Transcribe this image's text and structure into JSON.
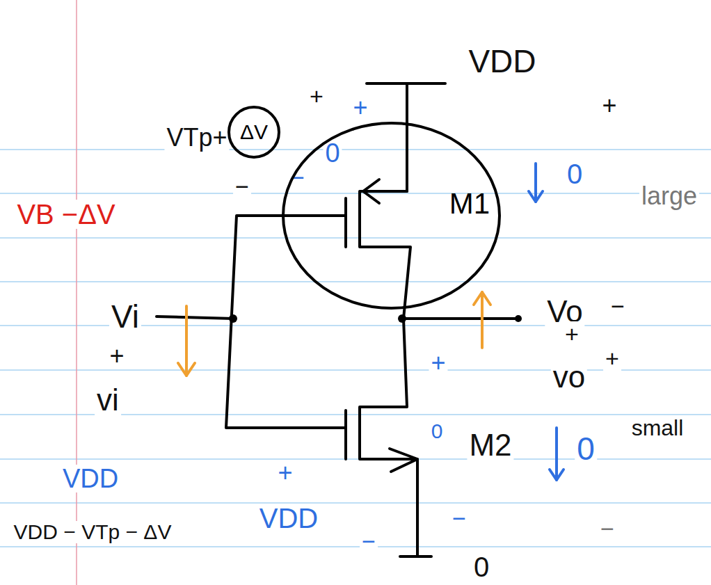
{
  "diagram": {
    "nodes": [
      {
        "text": [
          "M1"
        ]
      },
      {
        "text": [
          "ΔV"
        ]
      }
    ],
    "labels": [
      "VDD",
      "+",
      "+",
      "VTp+",
      "0",
      "−",
      "−",
      "VB −ΔV",
      "0",
      "large",
      "+",
      "Vi",
      "+",
      "vi",
      "Vo",
      "−",
      "+",
      "vo",
      "+",
      "+",
      "0",
      "M2",
      "0",
      "small",
      "VDD",
      "VDD − VTp − ΔV",
      "+",
      "VDD",
      "−",
      "−",
      "−",
      "0"
    ]
  }
}
